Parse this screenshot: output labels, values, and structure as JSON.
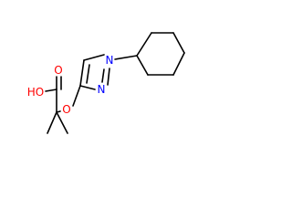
{
  "molecule": {
    "atoms": {
      "oh": "HO",
      "carbonyl_o": "O",
      "ether_o": "O",
      "n1": "N",
      "n2": "N"
    },
    "colors": {
      "bond": "#000000",
      "oxygen": "#ff0000",
      "nitrogen": "#0000ff"
    }
  }
}
